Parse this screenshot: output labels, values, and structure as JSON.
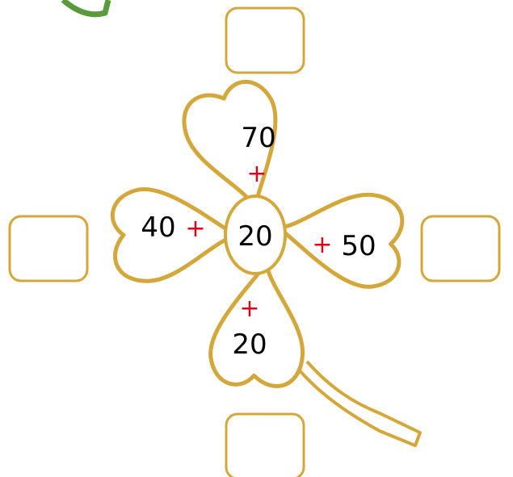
{
  "colors": {
    "outline": "#d4a73a",
    "operator": "#e0001b",
    "number": "#000000",
    "leaf_corner": "#5a9a3c",
    "background": "#ffffff"
  },
  "center": {
    "value": "20"
  },
  "petals": {
    "top": {
      "number": "70",
      "operator": "+"
    },
    "left": {
      "number": "40",
      "operator": "+"
    },
    "right": {
      "number": "50",
      "operator": "+"
    },
    "bottom": {
      "number": "20",
      "operator": "+"
    }
  },
  "answer_boxes": {
    "top": "",
    "left": "",
    "right": "",
    "bottom": ""
  }
}
